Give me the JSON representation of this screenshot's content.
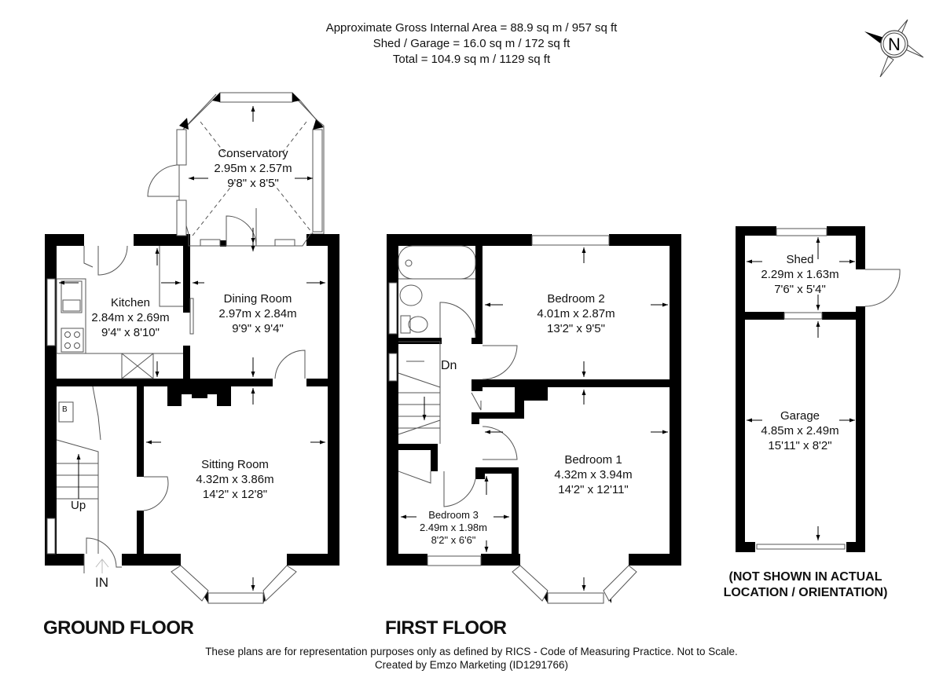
{
  "header": {
    "gross_internal_area": "Approximate Gross Internal Area = 88.9 sq m / 957 sq ft",
    "shed_garage_area": "Shed / Garage = 16.0 sq m / 172 sq ft",
    "total_area": "Total = 104.9 sq m / 1129 sq ft"
  },
  "compass": {
    "label": "N",
    "icon": "north-compass-icon"
  },
  "ground_floor": {
    "title": "GROUND FLOOR",
    "rooms": [
      {
        "name": "Conservatory",
        "metric": "2.95m x 2.57m",
        "imperial": "9'8\" x 8'5\""
      },
      {
        "name": "Kitchen",
        "metric": "2.84m x 2.69m",
        "imperial": "9'4\" x 8'10\""
      },
      {
        "name": "Dining Room",
        "metric": "2.97m x 2.84m",
        "imperial": "9'9\" x 9'4\""
      },
      {
        "name": "Sitting Room",
        "metric": "4.32m x 3.86m",
        "imperial": "14'2\" x 12'8\""
      }
    ],
    "labels": {
      "stairs": "Up",
      "entrance": "IN",
      "boiler": "B"
    }
  },
  "first_floor": {
    "title": "FIRST FLOOR",
    "rooms": [
      {
        "name": "Bedroom 2",
        "metric": "4.01m x 2.87m",
        "imperial": "13'2\" x 9'5\""
      },
      {
        "name": "Bedroom 1",
        "metric": "4.32m x 3.94m",
        "imperial": "14'2\" x 12'11\""
      },
      {
        "name": "Bedroom 3",
        "metric": "2.49m x 1.98m",
        "imperial": "8'2\" x 6'6\""
      }
    ],
    "labels": {
      "stairs": "Dn"
    }
  },
  "outbuildings": {
    "rooms": [
      {
        "name": "Shed",
        "metric": "2.29m x 1.63m",
        "imperial": "7'6\" x 5'4\""
      },
      {
        "name": "Garage",
        "metric": "4.85m x 2.49m",
        "imperial": "15'11\" x 8'2\""
      }
    ],
    "note_line1": "(NOT SHOWN IN ACTUAL",
    "note_line2": "LOCATION / ORIENTATION)"
  },
  "footer": {
    "disclaimer": "These plans are for representation purposes only as defined by RICS - Code of Measuring Practice. Not to Scale.",
    "credit": "Created by Emzo Marketing (ID1291766)"
  },
  "colors": {
    "wall": "#000000",
    "background": "#ffffff",
    "line": "#555555"
  }
}
